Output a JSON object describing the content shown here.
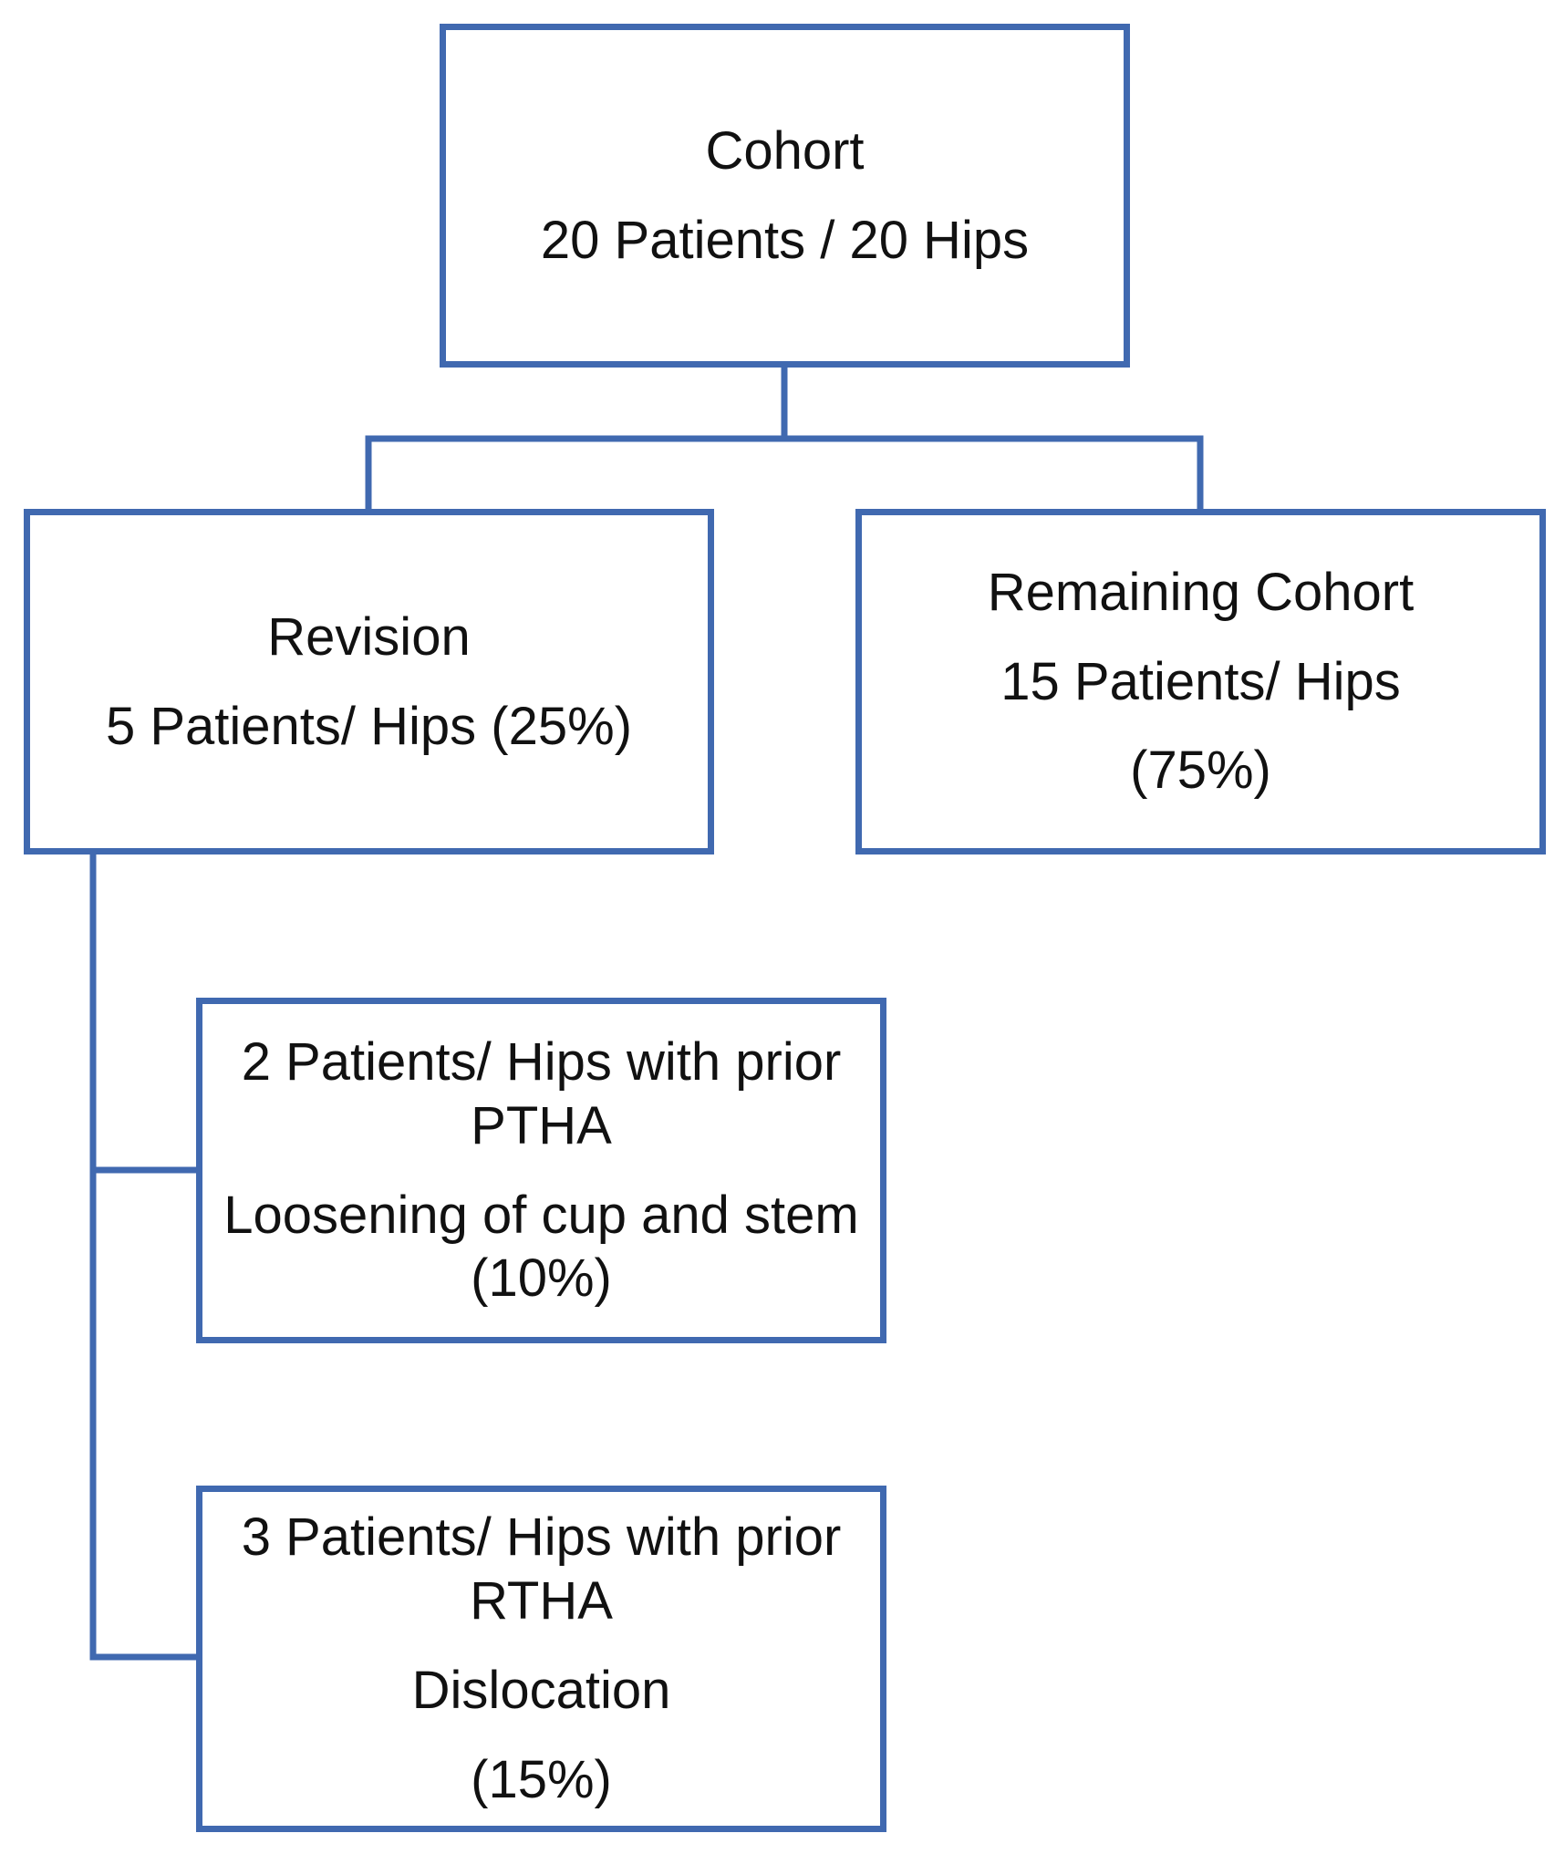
{
  "cohort": {
    "title": "Cohort",
    "count": "20 Patients / 20 Hips"
  },
  "revision": {
    "title": "Revision",
    "count": "5 Patients/ Hips (25%)"
  },
  "remaining": {
    "title": "Remaining Cohort",
    "count": "15 Patients/ Hips",
    "percent": "(75%)"
  },
  "ptha": {
    "line1": "2 Patients/ Hips with prior",
    "line2": "PTHA",
    "line3": "Loosening of cup and stem",
    "line4": "(10%)"
  },
  "rtha": {
    "line1": "3 Patients/ Hips with prior",
    "line2": "RTHA",
    "line3": "Dislocation",
    "line4": "(15%)"
  },
  "colors": {
    "border": "#4069b0",
    "text": "#111111",
    "background": "#ffffff"
  }
}
